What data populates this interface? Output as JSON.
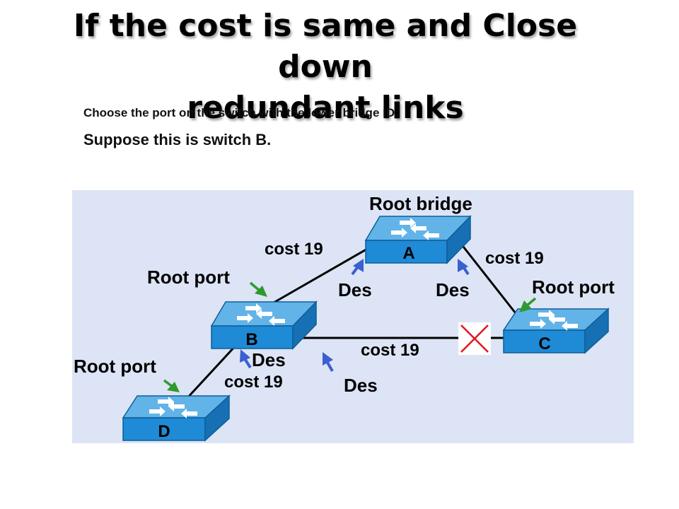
{
  "slide": {
    "title_line1": "If the cost is same and Close down",
    "title_line2": "redundant links",
    "subtitle1": "Choose the port on the switch with the lower bridge ID.",
    "subtitle2": "Suppose this is switch B."
  },
  "diagram": {
    "root_bridge_label": "Root bridge",
    "switches": {
      "a": "A",
      "b": "B",
      "c": "C",
      "d": "D"
    },
    "costs": {
      "a_b": "cost 19",
      "a_c": "cost 19",
      "b_c": "cost 19",
      "b_d": "cost 19"
    },
    "root_port_labels": {
      "b": "Root port",
      "c": "Root port",
      "d": "Root port"
    },
    "des_labels": {
      "a_left": "Des",
      "a_right": "Des",
      "b_lower": "Des",
      "b_right": "Des"
    },
    "colors": {
      "panel": "#dde4f5",
      "switch_top": "#5aaee6",
      "switch_front": "#1e8ad6",
      "root_port_arrow": "#2e9a2e",
      "des_arrow": "#3a5fd0",
      "blocked_mark": "#e0141e",
      "link": "#000000"
    }
  }
}
